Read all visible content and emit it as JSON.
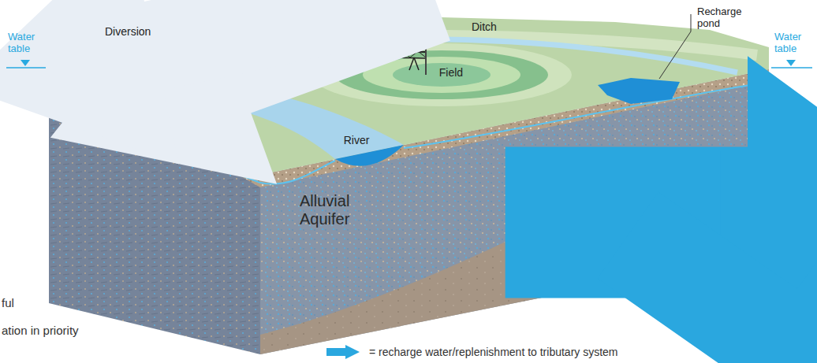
{
  "diagram": {
    "labels": [
      "Water table",
      "Diversion",
      "Ditch",
      "Recharge pond",
      "Water table",
      "Field",
      "River",
      "Alluvial Aquifer",
      "ful",
      "ation in priority"
    ],
    "legend": [
      {
        "text": "= recharge water/replenishment to tributary system"
      }
    ]
  }
}
